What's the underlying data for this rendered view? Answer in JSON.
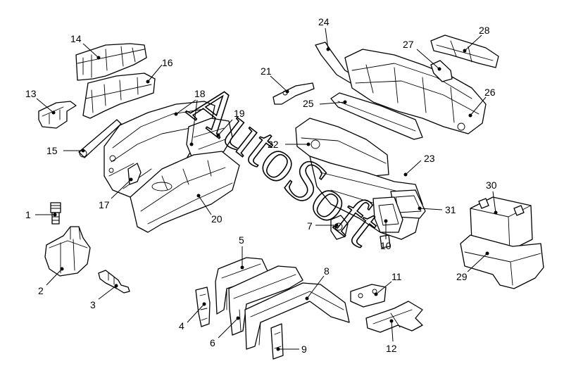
{
  "watermark": "AutoSoft",
  "callouts": {
    "p1": "1",
    "p2": "2",
    "p3": "3",
    "p4": "4",
    "p5": "5",
    "p6": "6",
    "p7": "7",
    "p8": "8",
    "p9": "9",
    "p10": "10",
    "p11": "11",
    "p12": "12",
    "p13": "13",
    "p14": "14",
    "p15": "15",
    "p16": "16",
    "p17": "17",
    "p18": "18",
    "p19": "19",
    "p20": "20",
    "p21": "21",
    "p22": "22",
    "p23": "23",
    "p24": "24",
    "p25": "25",
    "p26": "26",
    "p27": "27",
    "p28": "28",
    "p29": "29",
    "p30": "30",
    "p31": "31"
  }
}
